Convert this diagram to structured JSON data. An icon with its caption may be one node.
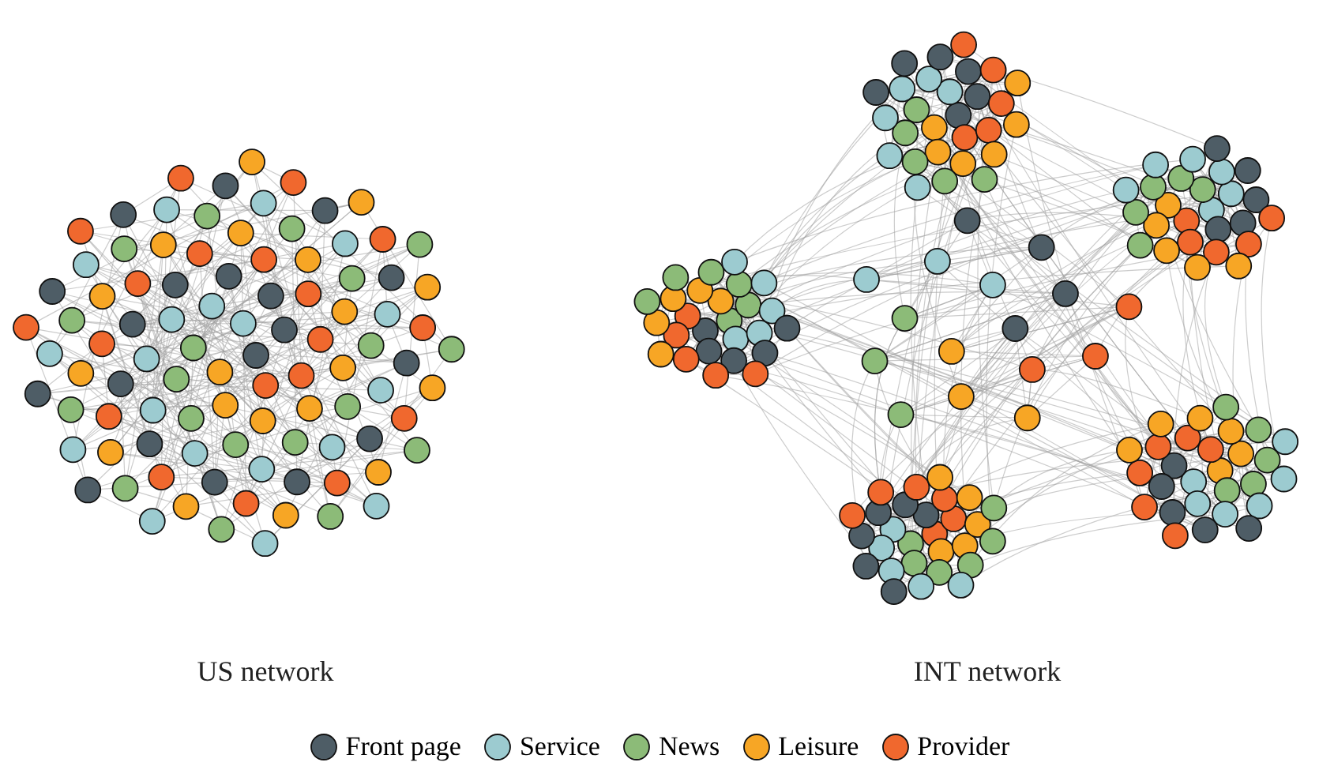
{
  "diagram": {
    "labels": [
      "US network",
      "INT network"
    ],
    "legend": [
      {
        "text": "Front page",
        "color": "#4e5d66"
      },
      {
        "text": "Service",
        "color": "#9ccbd0"
      },
      {
        "text": "News",
        "color": "#8cbb78"
      },
      {
        "text": "Leisure",
        "color": "#f7a625"
      },
      {
        "text": "Provider",
        "color": "#f0682e"
      }
    ]
  }
}
